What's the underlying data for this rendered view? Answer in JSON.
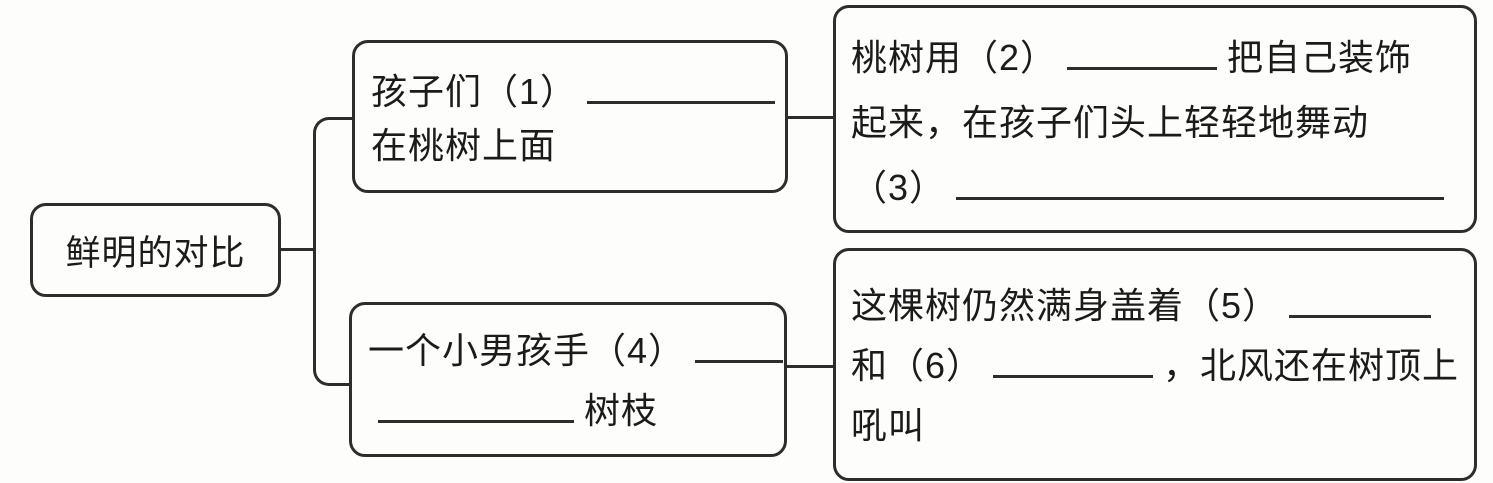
{
  "canvas": {
    "background": "#fdfdfb",
    "line_color": "#2d2d2d",
    "text_color": "#1b1b1b"
  },
  "diagram": {
    "type": "mind-map",
    "root": {
      "label": "鲜明的对比"
    },
    "nodes": {
      "mid_top": {
        "lines": [
          [
            {
              "t": "孩子们（1）"
            },
            {
              "b": 188
            }
          ],
          [
            {
              "t": "在桃树上面"
            }
          ]
        ]
      },
      "mid_bottom": {
        "lines": [
          [
            {
              "t": "一个小男孩手（4）"
            },
            {
              "b": 88
            }
          ],
          [
            {
              "b": 196
            },
            {
              "t": "树枝"
            }
          ]
        ]
      },
      "right_top": {
        "lines": [
          [
            {
              "t": "桃树用（2）"
            },
            {
              "b": 150
            },
            {
              "t": "把自己装饰"
            }
          ],
          [
            {
              "t": "起来，在孩子们头上轻轻地舞动"
            }
          ],
          [
            {
              "t": "（3）"
            },
            {
              "b": 488
            }
          ]
        ]
      },
      "right_bottom": {
        "lines": [
          [
            {
              "t": "这棵树仍然满身盖着（5）"
            },
            {
              "b": 142
            }
          ],
          [
            {
              "t": "和（6）"
            },
            {
              "b": 160
            },
            {
              "t": "，北风还在树顶上"
            }
          ],
          [
            {
              "t": "吼叫"
            }
          ]
        ]
      }
    },
    "edges": [
      {
        "from": "root",
        "to": "mid_top"
      },
      {
        "from": "root",
        "to": "mid_bottom"
      },
      {
        "from": "mid_top",
        "to": "right_top"
      },
      {
        "from": "mid_bottom",
        "to": "right_bottom"
      }
    ]
  }
}
